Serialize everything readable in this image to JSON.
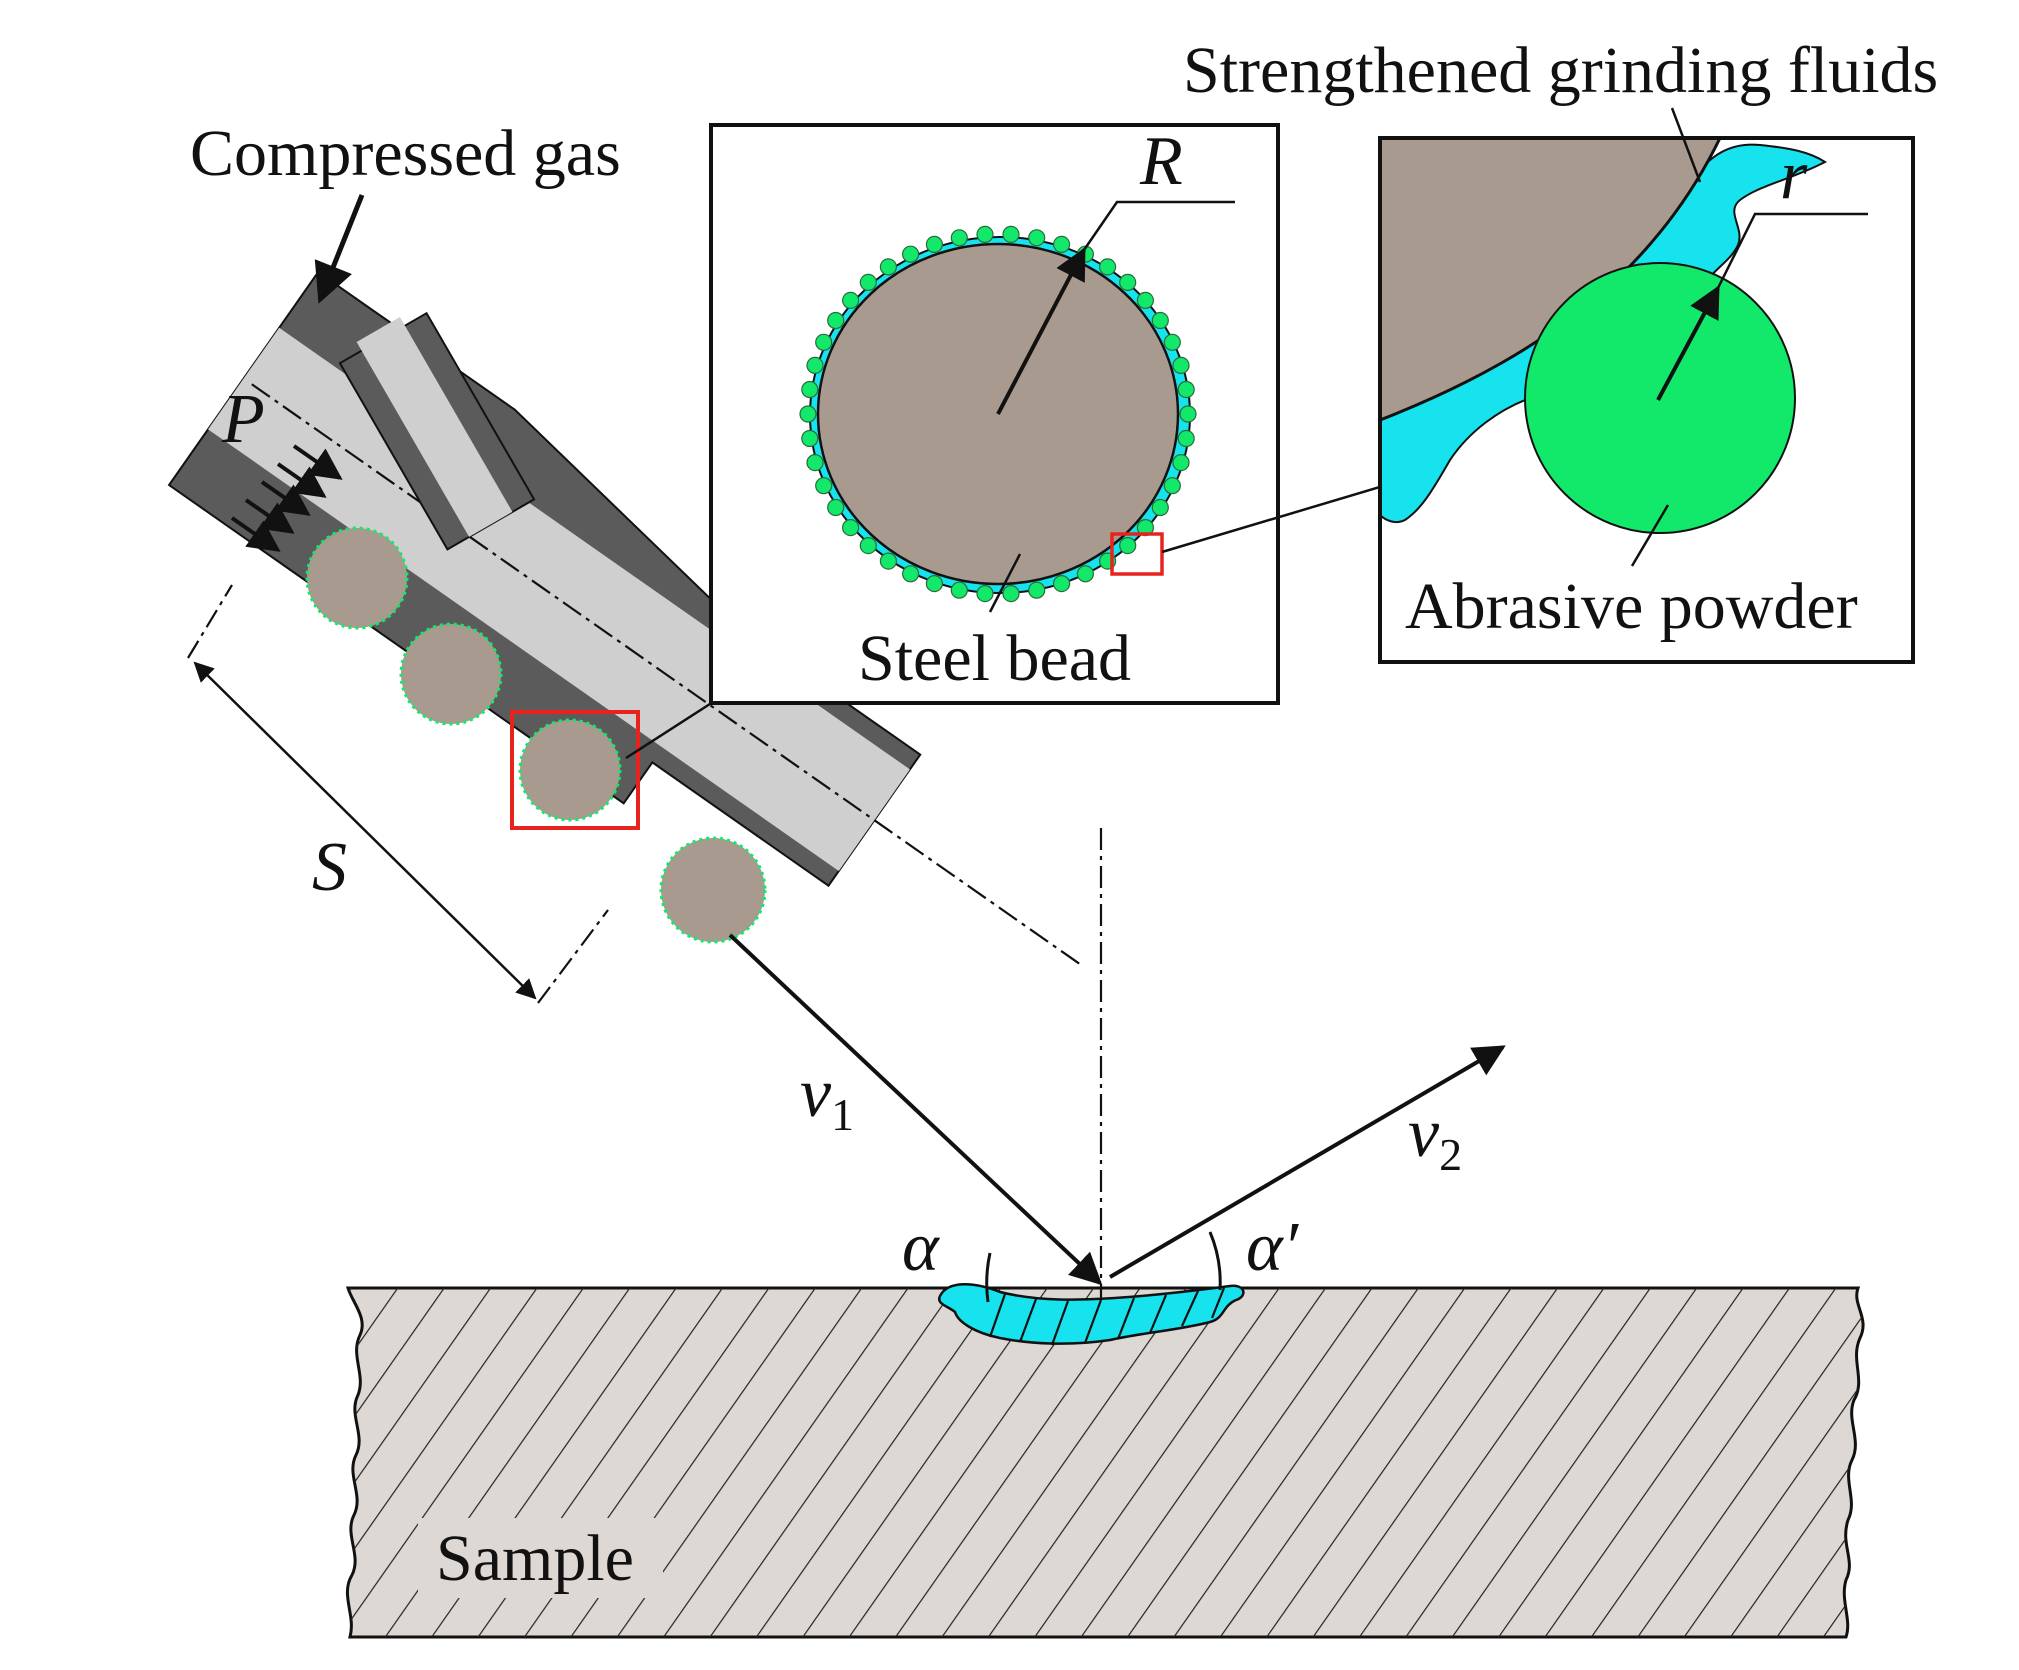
{
  "labels": {
    "compressed_gas": "Compressed gas",
    "strengthened_fluids": "Strengthened grinding fluids",
    "steel_bead": "Steel bead",
    "abrasive_powder": "Abrasive powder",
    "sample": "Sample"
  },
  "symbols": {
    "pressure": "P",
    "distance": "S",
    "bead_radius": "R",
    "powder_radius": "r",
    "velocity_in": "v",
    "velocity_in_sub": "1",
    "velocity_out": "v",
    "velocity_out_sub": "2",
    "angle_in": "α",
    "angle_out": "α′"
  },
  "colors": {
    "nozzle_body": "#5b5b5b",
    "nozzle_bore": "#cfcfcf",
    "steel_bead": "#a89a8e",
    "abrasive_powder": "#12e86a",
    "grinding_fluid": "#16e3ee",
    "sample_fill": "#ddd8d4",
    "highlight_box": "#e8231d"
  }
}
